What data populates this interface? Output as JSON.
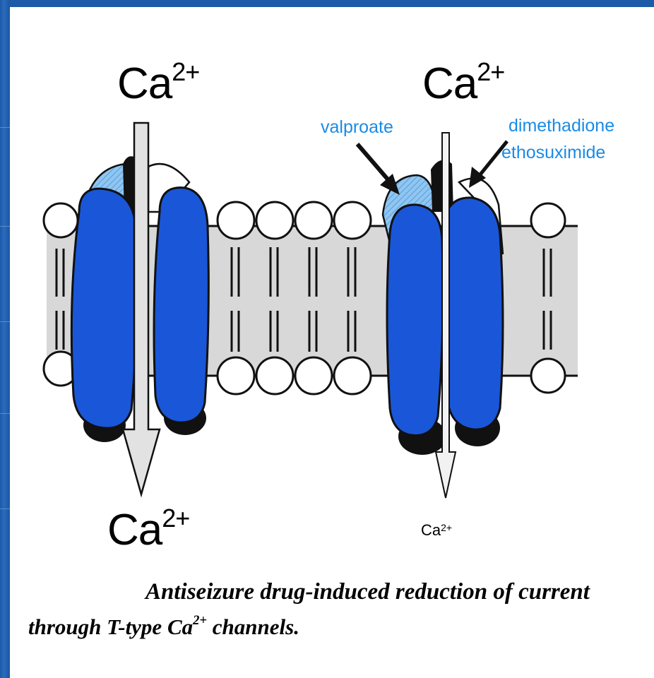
{
  "labels": {
    "ca_top_left": "Ca",
    "ca_top_right": "Ca",
    "ca_bottom_left": "Ca",
    "ca_bottom_right": "Ca",
    "charge": "2+"
  },
  "drugs": {
    "valproate": "valproate",
    "dimethadione": "dimethadione",
    "ethosuximide": "ethosuximide"
  },
  "caption": {
    "line1": "Antiseizure drug-induced reduction of current",
    "line2_prefix": "through T-type Ca",
    "line2_sup": "2+",
    "line2_suffix": " channels."
  },
  "colors": {
    "slide_background": "#1e4f9c",
    "channel_blue": "#1a56d8",
    "drug_text": "#1a8be6",
    "membrane_gray": "#d8d8d8"
  }
}
